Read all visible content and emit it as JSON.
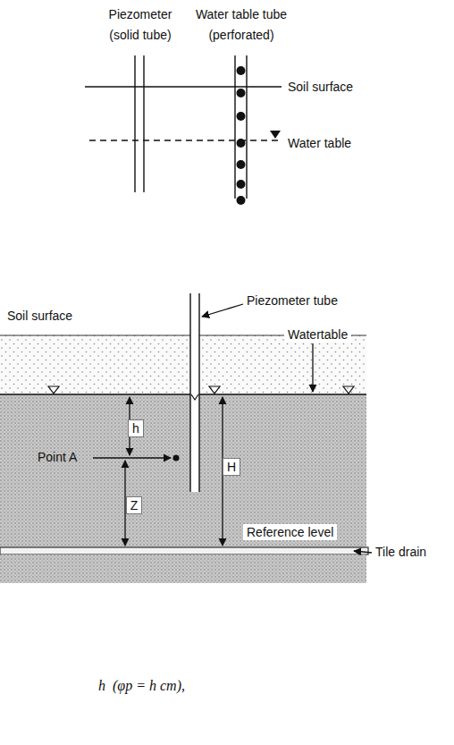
{
  "diagram": {
    "labels": [
      "Piezometer",
      "(solid tube)",
      "Water table tube",
      "(perforated)",
      "Soil surface",
      "Water table",
      "Soil surface",
      "Piezometer tube",
      "Watertable",
      "h",
      "Point A",
      "H",
      "Z",
      "Reference level",
      "Tile drain",
      "h  (φp = h cm),"
    ]
  }
}
